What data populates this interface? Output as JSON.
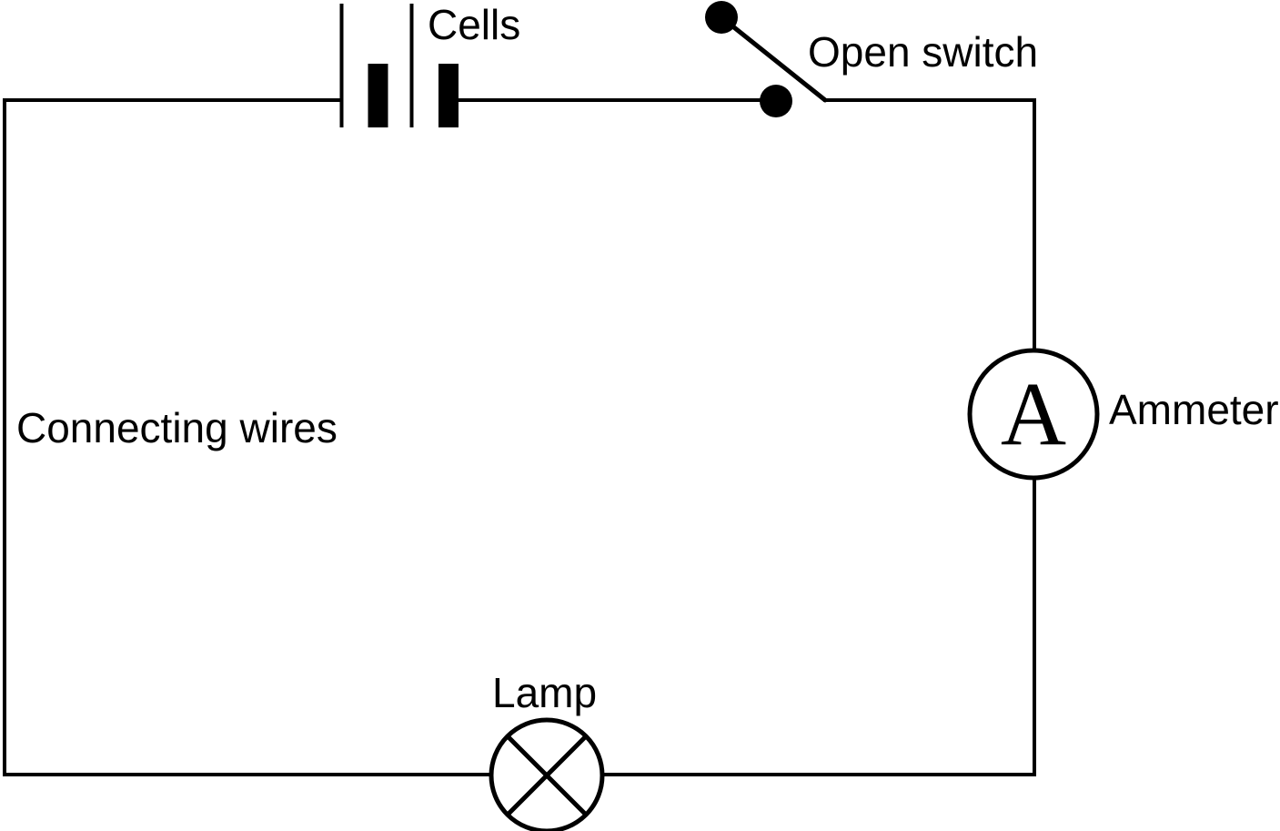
{
  "diagram": {
    "type": "series-circuit",
    "background_color": "#ffffff",
    "stroke_color": "#000000",
    "cells": {
      "label": "Cells",
      "count": 2
    },
    "switch": {
      "label": "Open switch",
      "state": "open"
    },
    "ammeter": {
      "label": "Ammeter",
      "dial_letter": "A"
    },
    "lamp": {
      "label": "Lamp"
    },
    "wires": {
      "label": "Connecting wires"
    }
  }
}
